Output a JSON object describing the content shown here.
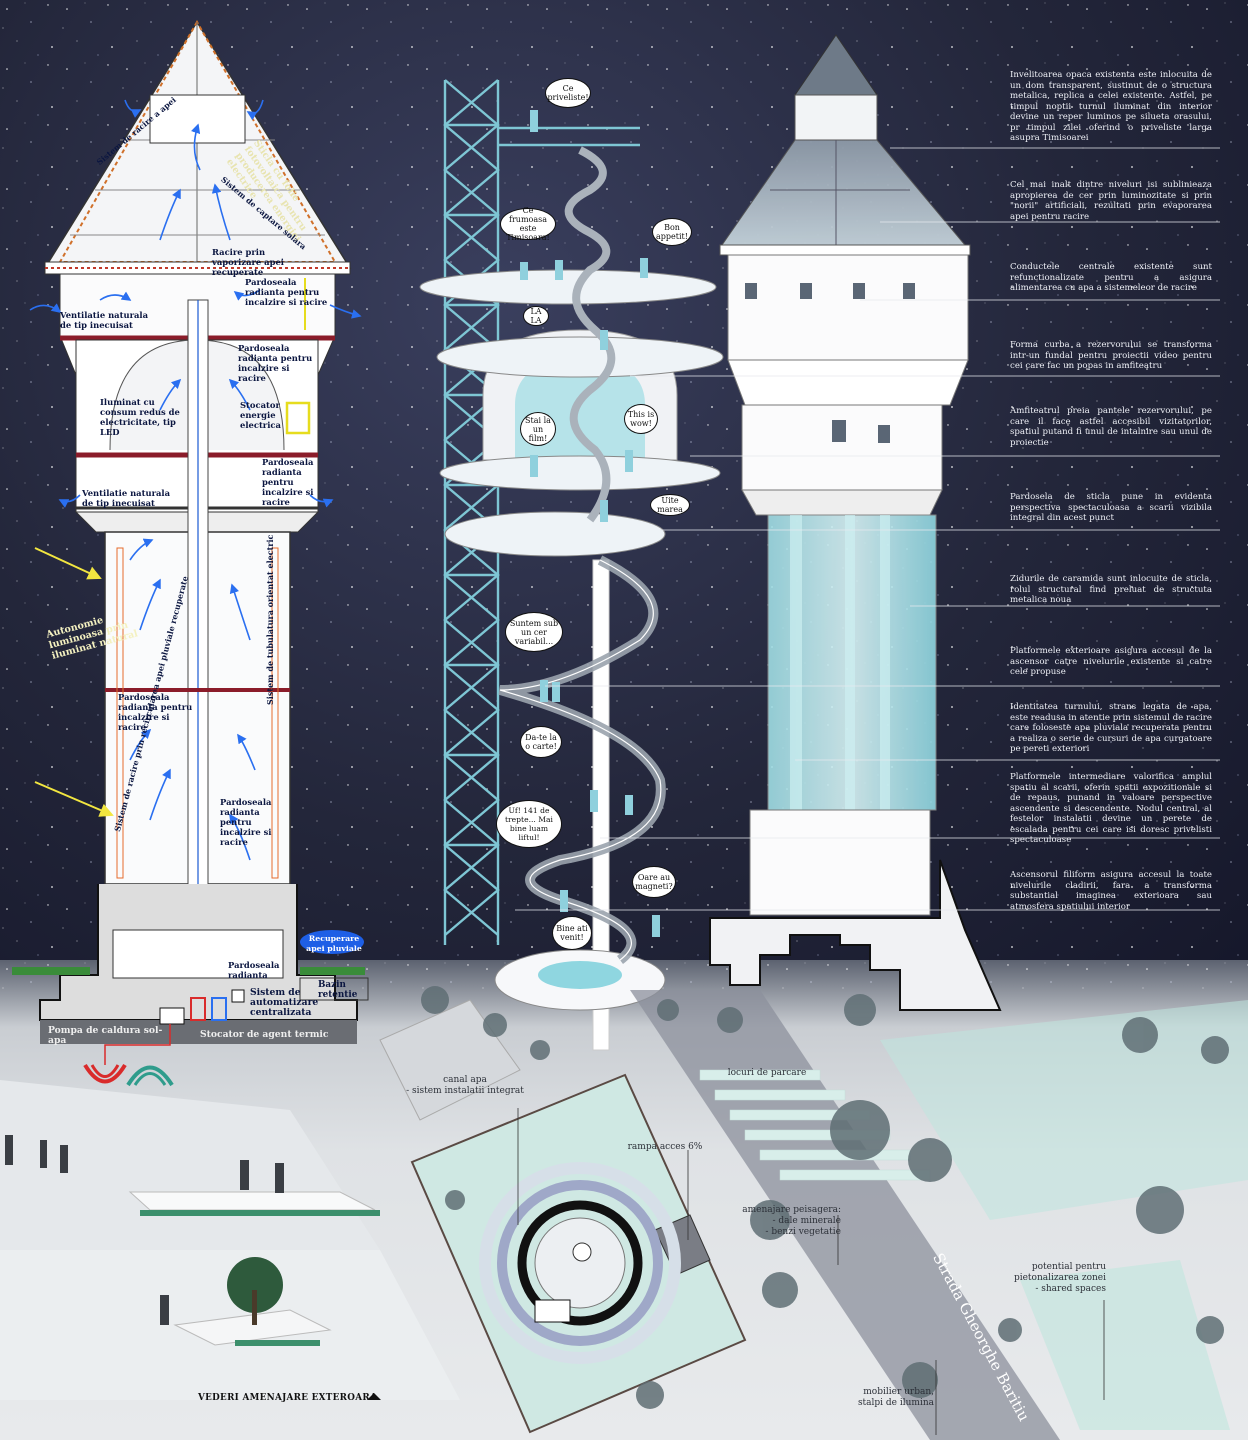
{
  "notes": [
    "Invelitoarea opaca existenta este inlocuita de un dom transparent, sustinut de o structura metalica, replica a celei existente. Astfel, pe timpul noptii turnul iluminat din interior devine un reper luminos pe silueta orasului, pr timpul zilei oferind o priveliste larga asupra Timisoarei",
    "Cel mai inalt dintre niveluri isi sublinieaza apropierea de cer prin luminozitate si prin \"norii\" artificiali, rezultati prin evaporarea apei pentru racire",
    "Conductele centrale existente sunt refunctionalizate pentru a asigura alimentarea cu apa a sistemeleor de racire",
    "Forma curba a rezervorului se transforma intr-un fundal pentru proiectii video pentru cei care fac un popas in amfiteatru",
    "Amfiteatrul preia pantele rezervorului, pe care il face astfel accesibil vizitatorilor, spatiul putand fi unul de intalnire sau unul de proiectie",
    "Pardosela de sticla pune in evidenta perspectiva spectaculoasa a scarii vizibila integral din acest punct",
    "Zidurile de caramida sunt inlocuite de sticla, rolul structural find preluat de structuta metalica noua",
    "Platformele exterioare asigura accesul de la ascensor catre nivelurile existente si catre cele propuse",
    "Identitatea turnului, strans legata de apa, este readusa in atentie prin sistemul de racire care foloseste apa pluviala recuperata pentru a realiza o serie de cursuri de apa curgatoare pe pereti exteriori",
    "Platformele intermediare valorifica amplul spatiu al scarii, oferin spatii expozitionale si de repaus, punand in valoare perspective ascendente si descendente. Nodul central, al festelor instalatii devine un perete de escalada pentru cei care isi doresc privelisti spectaculoase",
    "Ascensorul filiform asigura accesul la toate nivelurile cladirii, fara a transforma substantial imaginea exterioara sau atmosfera spatiului interior"
  ],
  "section_labels": {
    "racire_evaporare": "Racire prin vaporizare apei recuperate",
    "pardoseala_sus": "Pardoseala radianta pentru incalzire si racire",
    "ventilatie_sus": "Ventilatie naturala de tip inecuisat",
    "pardoseala_mid": "Pardoseala radianta pentru incalzire si racire",
    "iluminat": "Iluminat cu consum redus de electricitate, tip LED",
    "stocator": "Stocator energie electrica",
    "pardoseala_rez": "Pardoseala radianta pentru incalzire si racire",
    "ventilatie_jos": "Ventilatie naturala de tip inecuisat",
    "pardoseala_tub": "Pardoseala radianta pentru incalzire si racire",
    "pardoseala_tub2": "Pardoseala radianta pentru incalzire si racire",
    "pardoseala_baza": "Pardoseala radianta",
    "recuperare": "Recuperare apei pluviale",
    "bazin": "Bazin retentie",
    "automatizare": "Sistem de automatizare centralizata",
    "pompa": "Pompa de caldura sol-apa",
    "stocator_agent": "Stocator de agent termic",
    "sticla_foto": "Sticla cu folie fotovoltaica pentru producerea energiei electrice",
    "autonomie": "Autonomie luminoasa prin iluminat natural",
    "sistem_racire_apa": "Sistem de racire prin recircularea apei pluviale recuperate",
    "sistem_tubulatura": "Sistem de tubulatura orientat electric",
    "sistem_racire_dom": "Sistem de racire a apei",
    "sistem_solar": "Sistem de captare solara"
  },
  "bubbles": [
    "Ce priveliste!",
    "Ce frumoasa este Timisoara!",
    "Bon appetit!",
    "LA LA",
    "Stai la un film!",
    "This is wow!",
    "Uite marea",
    "Suntem sub un cer variabil...",
    "Da-te la o carte!",
    "Uf! 141 de trepte... Mai bine luam liftul!",
    "Oare au magneti?",
    "Bine ati venit!"
  ],
  "site_labels": {
    "canal": "canal apa\n- sistem instalatii integrat",
    "rampa": "rampa acces 6%",
    "parcare": "locuri de parcare",
    "amenajare": "amenajare peisagera:\n- dale minerale\n- benzi vegetatie",
    "strada": "Strada Gheorghe Baritiu",
    "pietonalizare": "potential pentru pietonalizarea zonei\n- shared spaces",
    "mobilier": "mobilier urban,\nstalpi de ilumina"
  },
  "caption": "VEDERI AMENAJARE EXTEROARA",
  "colors": {
    "sky": "#23263a",
    "glass_blue": "#8fd6e0",
    "steel": "#7ec6d4",
    "airflow": "#2a6ff0",
    "callout": "#f2e640",
    "warm_pipe": "#e25a2c",
    "heat_red": "#d92b2b",
    "cool_teal": "#2f9c8c"
  }
}
